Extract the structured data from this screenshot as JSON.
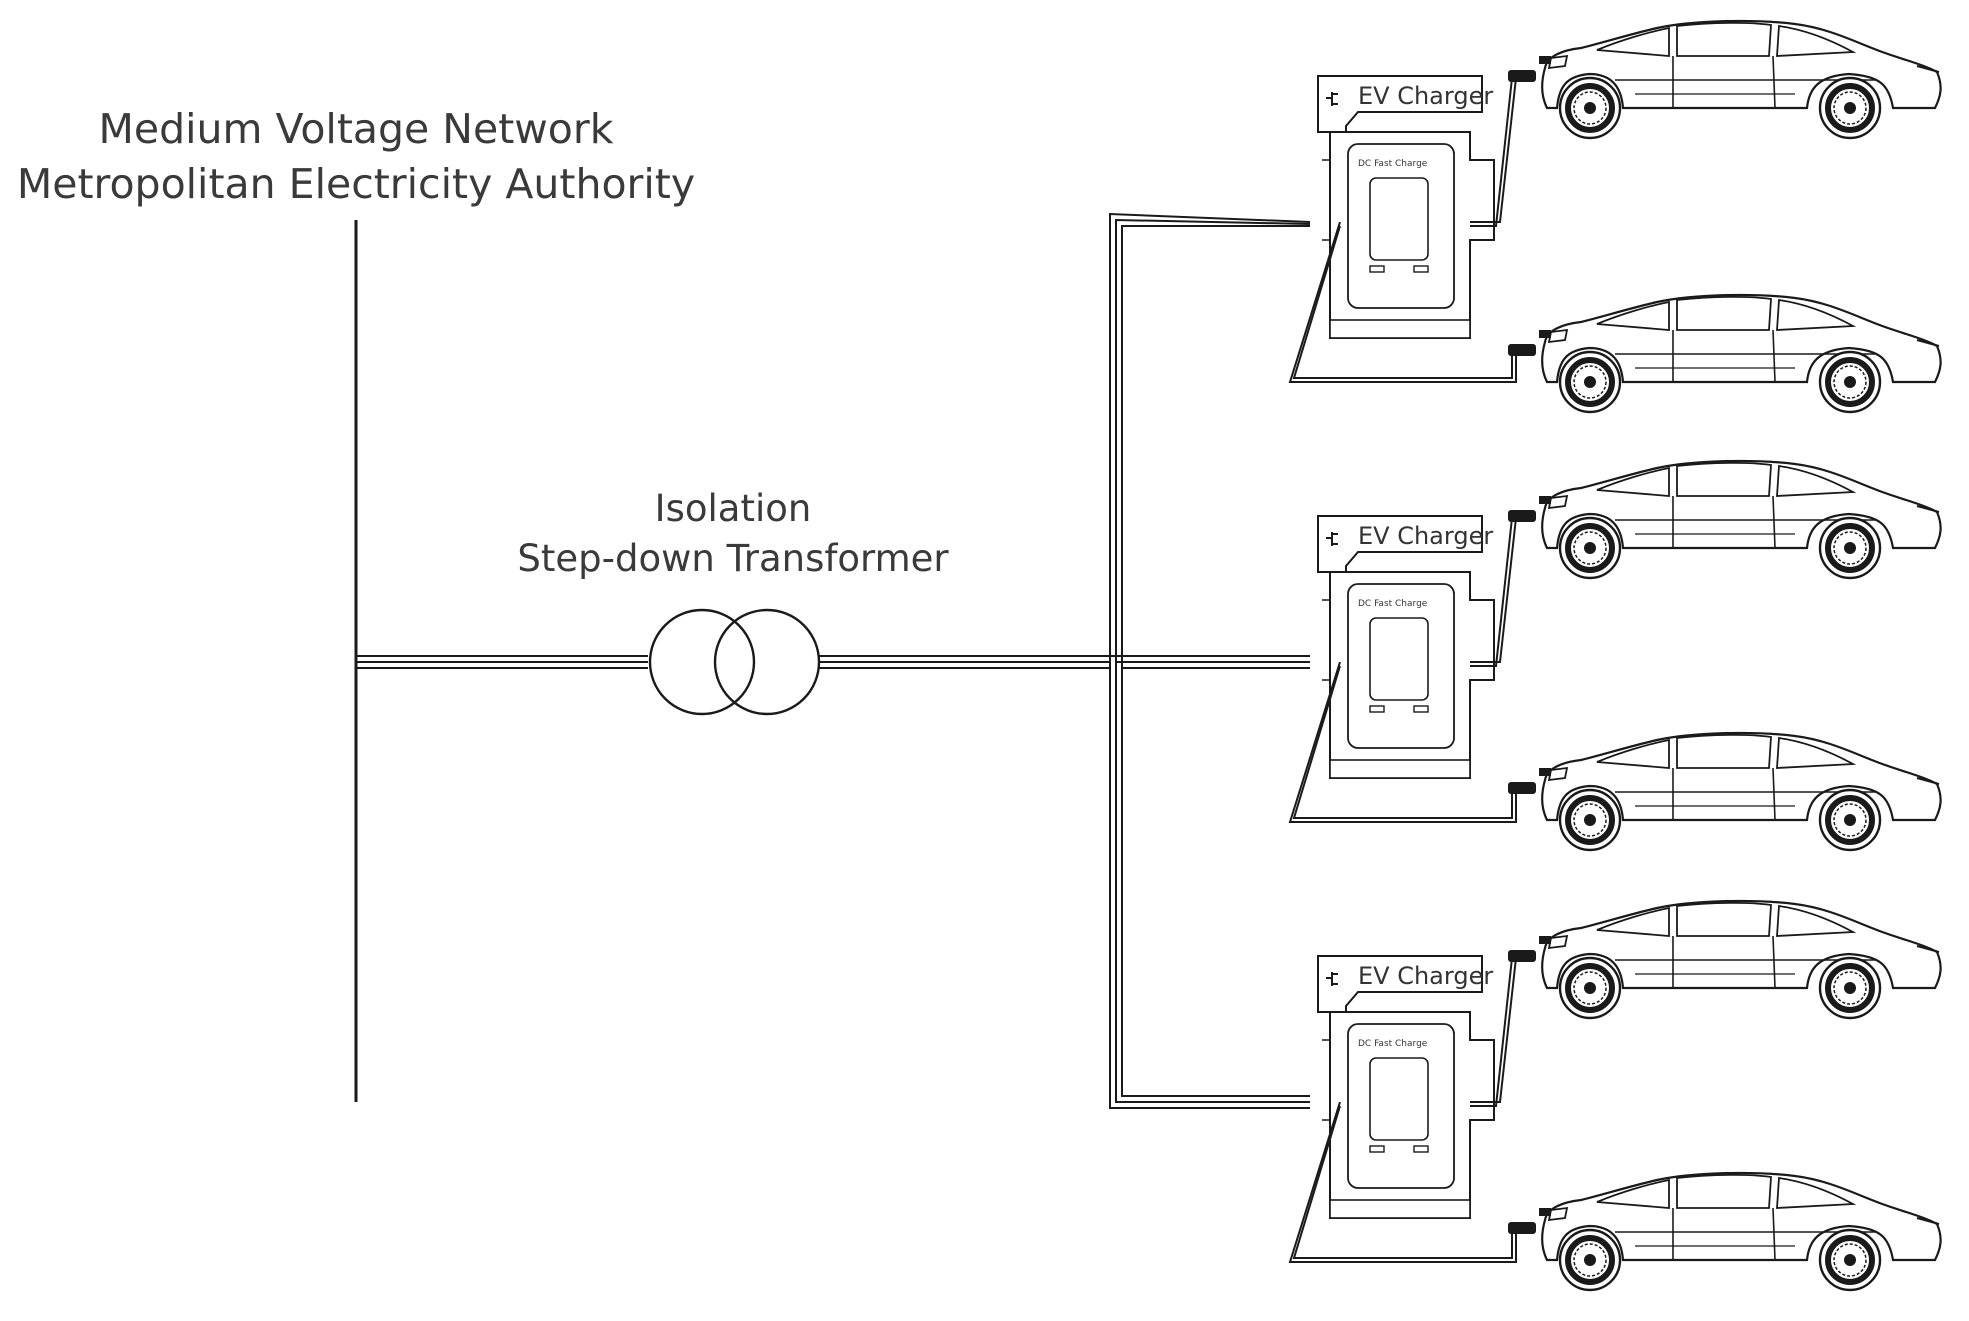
{
  "network": {
    "line1": "Medium Voltage Network",
    "line2": "Metropolitan Electricity Authority"
  },
  "transformer": {
    "line1": "Isolation",
    "line2": "Step-down Transformer"
  },
  "chargers": [
    {
      "label": "EV Charger",
      "panel": "DC Fast Charge"
    },
    {
      "label": "EV Charger",
      "panel": "DC Fast Charge"
    },
    {
      "label": "EV Charger",
      "panel": "DC Fast Charge"
    }
  ],
  "cars": [
    {
      "id": "car-1"
    },
    {
      "id": "car-2"
    },
    {
      "id": "car-3"
    },
    {
      "id": "car-4"
    },
    {
      "id": "car-5"
    },
    {
      "id": "car-6"
    }
  ],
  "colors": {
    "line": "#1a1a1a",
    "text": "#3a3a3a"
  }
}
